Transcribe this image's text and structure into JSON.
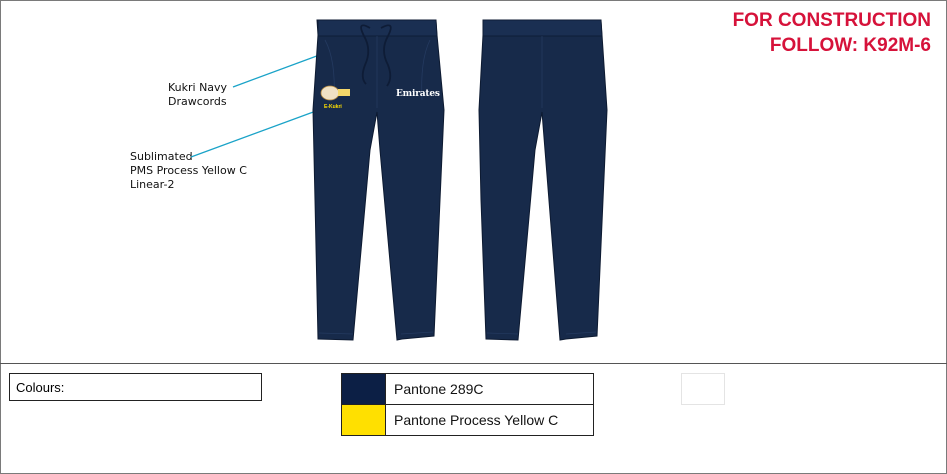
{
  "header": {
    "line1": "FOR CONSTRUCTION",
    "line2": "FOLLOW:  K92M-6"
  },
  "callouts": {
    "drawcords": [
      "Kukri Navy",
      "Drawcords"
    ],
    "sublimated": [
      "Sublimated",
      "PMS Process Yellow C",
      "Linear-2"
    ]
  },
  "garment": {
    "front_logo_text": "Emirates",
    "crest_tag": "E-Kukri",
    "fabric_color": "#172a4a",
    "accent_color": "#ffe000",
    "callout_line_color": "#1aa3c8"
  },
  "colours": {
    "label": "Colours:",
    "swatches": [
      {
        "name": "Pantone 289C",
        "hex": "#0c1f45"
      },
      {
        "name": "Pantone Process Yellow C",
        "hex": "#ffe000"
      }
    ]
  }
}
